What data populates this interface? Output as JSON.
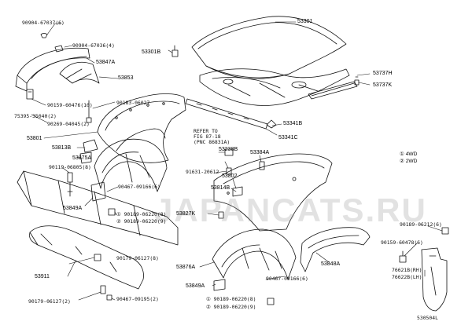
{
  "watermark": "JAPANCATS.RU",
  "diagram_id": "530504L",
  "legend": {
    "row1": "① 4WD",
    "row2": "② 2WD"
  },
  "refer_note": {
    "line1": "REFER TO",
    "line2": "FIG 87-18",
    "line3": "(PNC 86831A)"
  },
  "labels": {
    "p90904_67037": "90904-67037(6)",
    "p90904_67036": "90904-67036(4)",
    "p53847A": "53847A",
    "p53853": "53853",
    "p90159_60476_10": "90159-60476(10)",
    "p90183_06027": "90183-06027",
    "p75395_35040": "75395-35040(2)",
    "p90269_04045": "90269-04045(2)",
    "p53801": "53801",
    "p53813B": "53813B",
    "p53875A": "53875A",
    "p90119_06805": "90119-06805(8)",
    "p90467_09166_6a": "90467-09166(6)",
    "p53849A_a": "53849A",
    "p90189_06220_8a": "① 90189-06220(8)",
    "p90189_06220_9a": "② 90189-06220(9)",
    "p53827K": "53827K",
    "p53911": "53911",
    "p90179_06127_8": "90179-06127(8)",
    "p90179_06127_2": "90179-06127(2)",
    "p90467_09195": "90467-09195(2)",
    "p53301": "53301",
    "p53301B": "53301B",
    "p53737H": "53737H",
    "p53737K": "53737K",
    "p53341B": "53341B",
    "p53341C": "53341C",
    "p53238B": "53238B",
    "p91631_20612": "91631-20612",
    "p53802": "53802",
    "p53814B": "53814B",
    "p53384A": "53384A",
    "p53876A": "53876A",
    "p53849A_b": "53849A",
    "p90467_09166_6b": "90467-09166(6)",
    "p90189_06220_8b": "① 90189-06220(8)",
    "p90189_06220_9b": "② 90189-06220(9)",
    "p53848A": "53848A",
    "p90189_06212": "90189-06212(6)",
    "p90159_60478": "90159-60478(6)",
    "p76621B": "76621B(RH)",
    "p76622B": "76622B(LH)"
  }
}
